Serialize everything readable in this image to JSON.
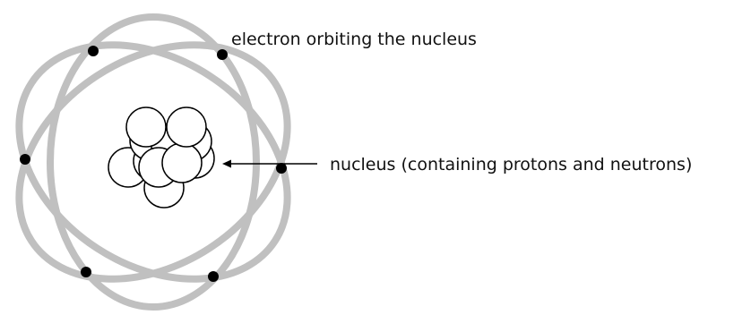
{
  "labels": {
    "electron": "electron orbiting the nucleus",
    "nucleus": "nucleus (containing protons and neutrons)"
  },
  "colors": {
    "orbit": "#c0c0c0",
    "electron": "#000000",
    "nucleon_fill": "#ffffff",
    "nucleon_stroke": "#000000",
    "arrow": "#000000",
    "text": "#111111"
  },
  "counts": {
    "orbits": 3,
    "electrons": 6
  }
}
